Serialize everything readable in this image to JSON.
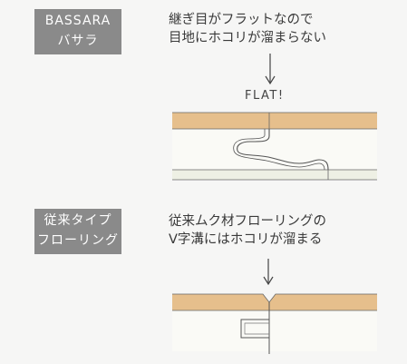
{
  "bassara": {
    "badge_line1": "BASSARA",
    "badge_line2": "バサラ",
    "desc_line1": "継ぎ目がフラットなので",
    "desc_line2": "目地にホコリが溜まらない",
    "flat_label": "FLAT!"
  },
  "conventional": {
    "badge_line1": "従来タイプ",
    "badge_line2": "フローリング",
    "desc_line1": "従来ムク材フローリングの",
    "desc_line2": "V字溝にはホコリが溜まる"
  },
  "colors": {
    "badge_bg": "#8a8a8a",
    "wood_top": "#e6bf8c",
    "base_layer": "#eef0e4",
    "line": "#555555"
  }
}
